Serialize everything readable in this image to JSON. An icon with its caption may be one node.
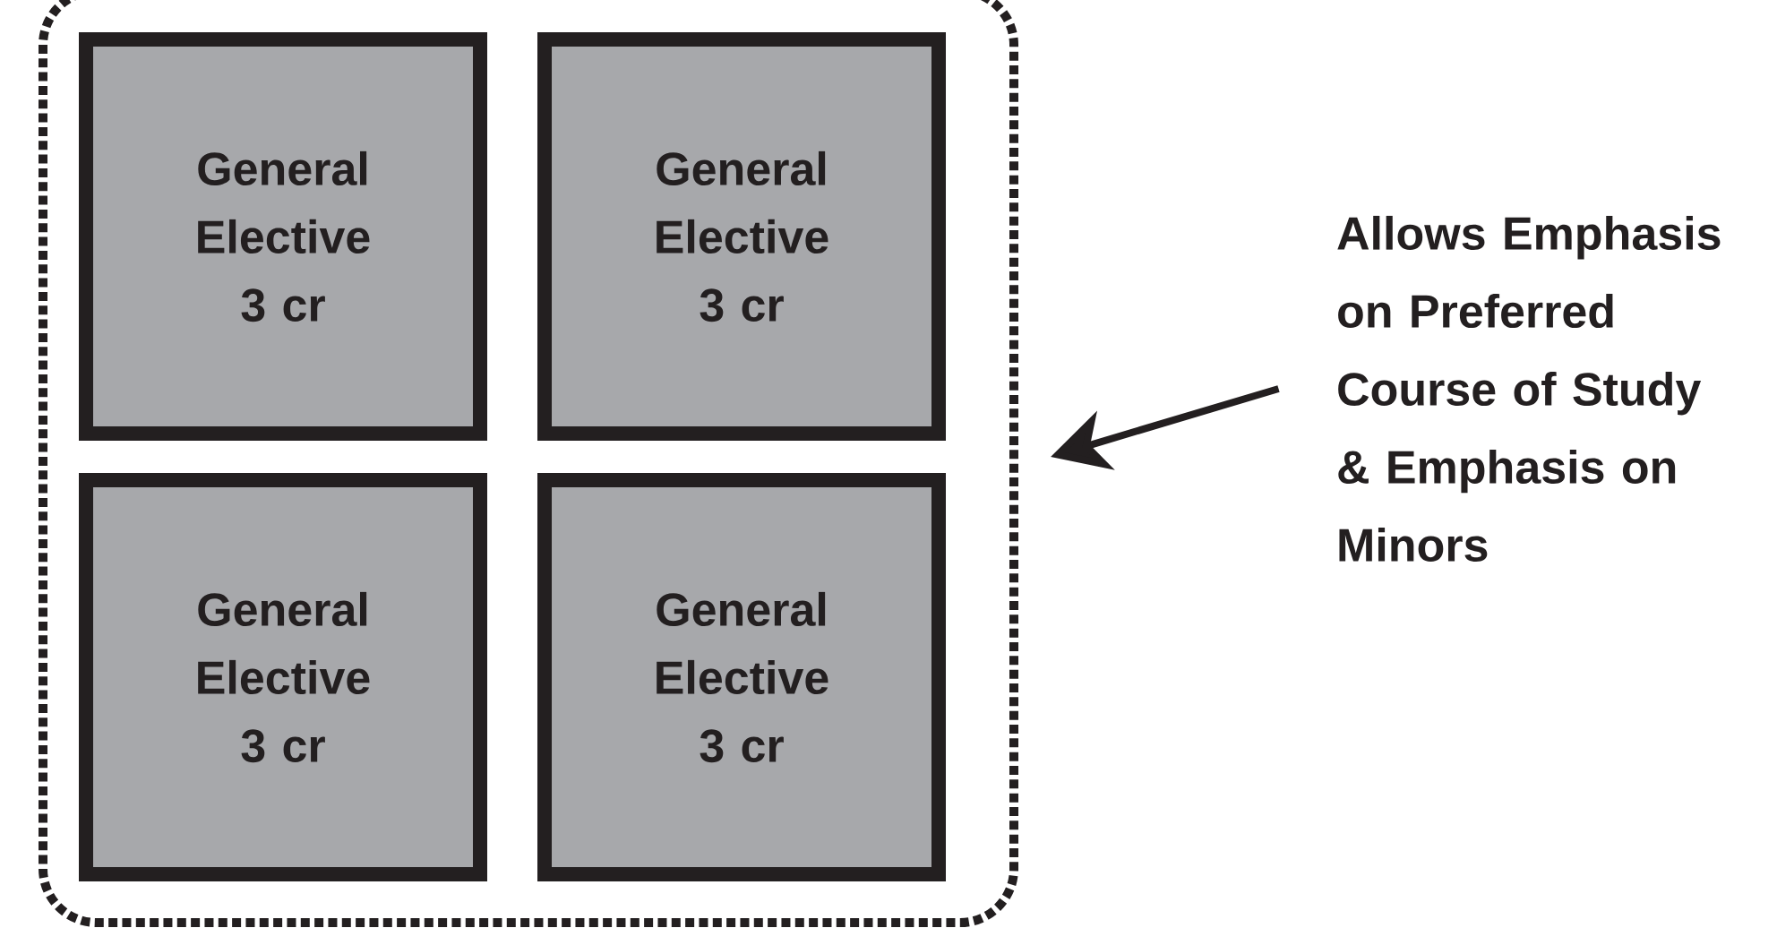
{
  "diagram": {
    "nodes": [
      {
        "text": [],
        "shape": "box"
      },
      {
        "text": [
          "General Elective 3 cr"
        ],
        "in": 0
      },
      {
        "text": [
          "General Elective 3 cr"
        ],
        "in": 0
      },
      {
        "text": [
          "General Elective 3 cr"
        ],
        "in": 0
      },
      {
        "text": [
          "General Elective 3 cr"
        ],
        "in": 0
      },
      {
        "text": [
          "Allows Emphasis on Preferred Course of Study & Emphasis on Minors"
        ]
      }
    ],
    "edges": [
      {
        "from": 5,
        "to": 0,
        "arrow": "to"
      }
    ]
  }
}
